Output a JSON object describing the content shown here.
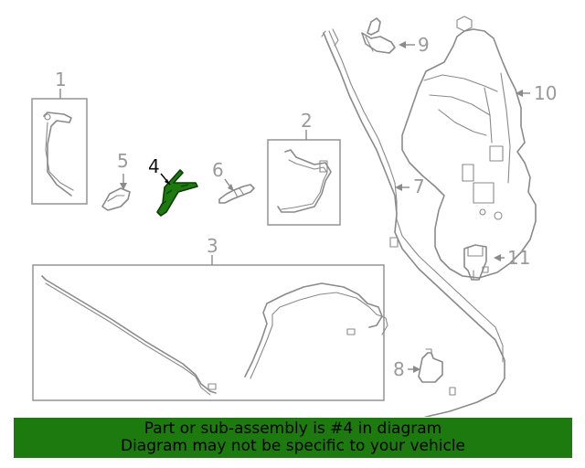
{
  "highlight_color": "#1d7a0f",
  "callouts": {
    "c1": "1",
    "c2": "2",
    "c3": "3",
    "c4": "4",
    "c5": "5",
    "c6": "6",
    "c7": "7",
    "c8": "8",
    "c9": "9",
    "c10": "10",
    "c11": "11"
  },
  "banner": {
    "line1": "Part or sub-assembly is #4 in diagram",
    "line2": "Diagram may not be specific to your vehicle"
  }
}
